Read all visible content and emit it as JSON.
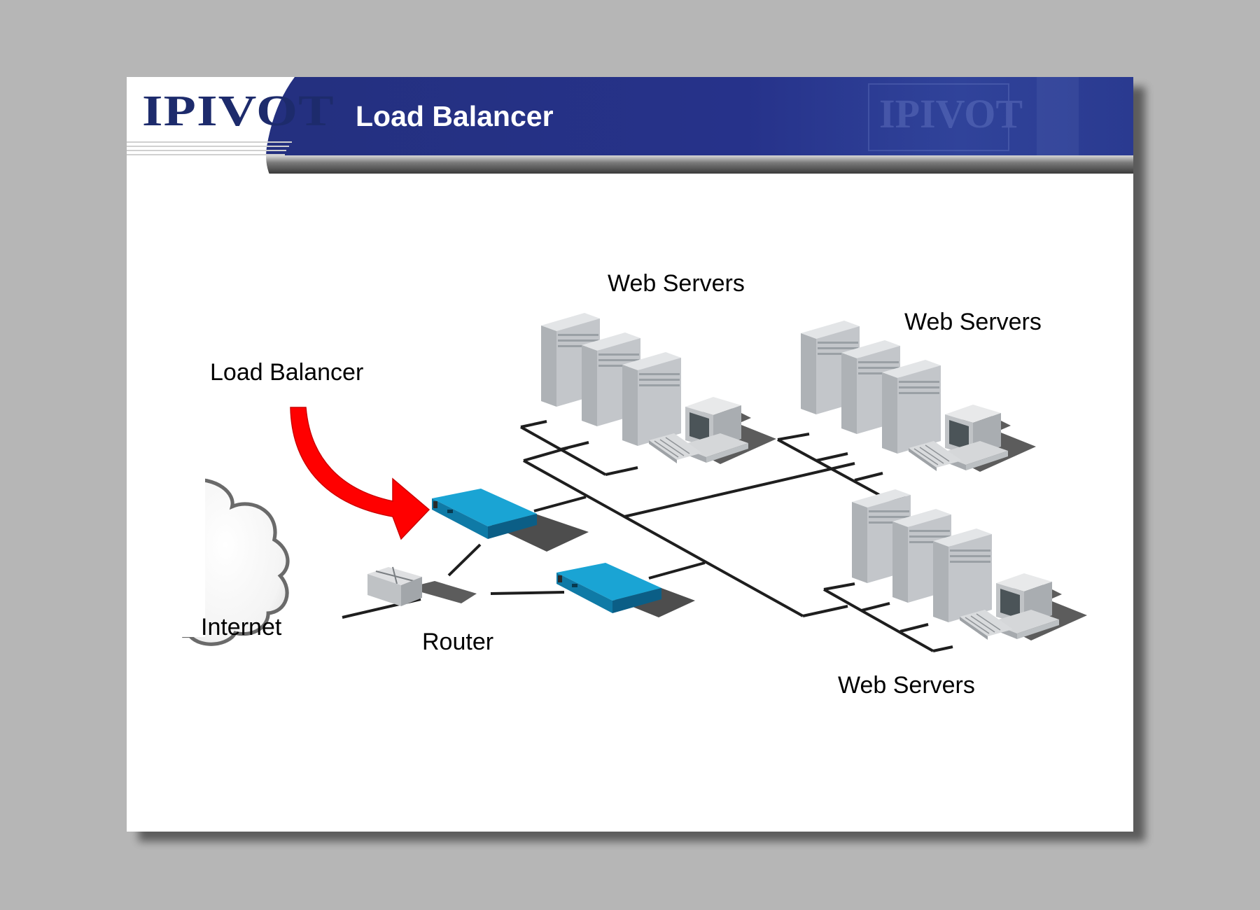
{
  "slide": {
    "title": "Load Balancer",
    "logo_text": "IPIVOT"
  },
  "diagram": {
    "labels": {
      "web_servers_top": "Web Servers",
      "web_servers_right": "Web Servers",
      "web_servers_bottom": "Web Servers",
      "load_balancer": "Load Balancer",
      "internet": "Internet",
      "router": "Router"
    }
  },
  "colors": {
    "header_blue": "#252d80",
    "arrow_red": "#ff0000",
    "device_blue": "#1598c8",
    "server_gray": "#b9bcc0",
    "background": "#b6b6b6"
  }
}
